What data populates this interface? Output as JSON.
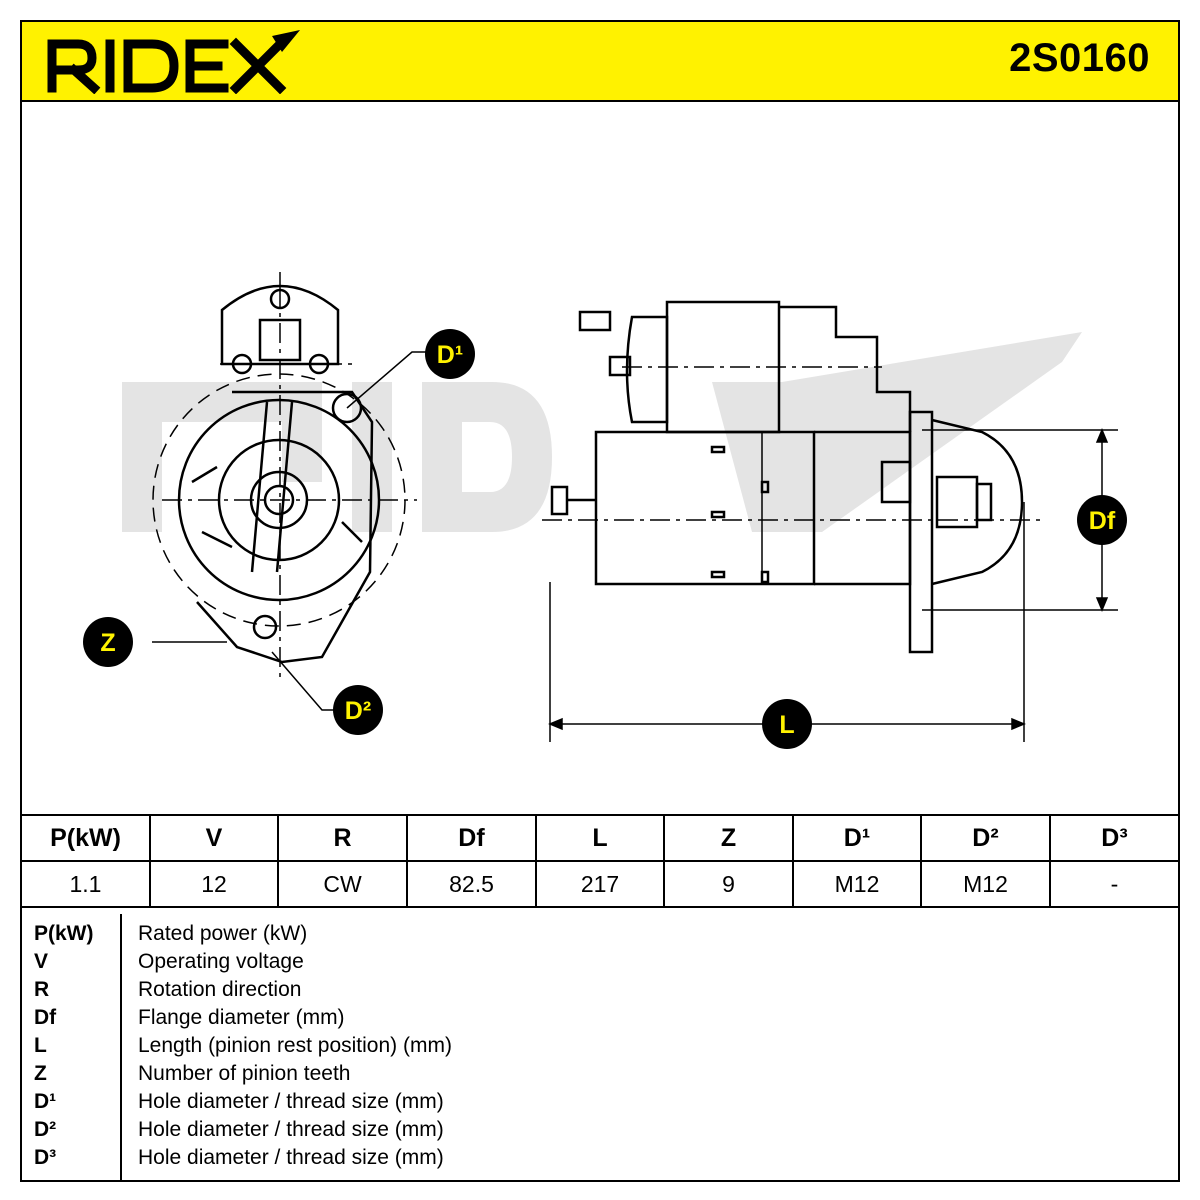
{
  "brand": {
    "name": "RIDEX",
    "accent": "#FFF200",
    "ink": "#000000"
  },
  "part_number": "2S0160",
  "callouts": {
    "d1": "D¹",
    "d2": "D²",
    "z": "Z",
    "df": "Df",
    "l": "L"
  },
  "specs": {
    "headers": [
      "P(kW)",
      "V",
      "R",
      "Df",
      "L",
      "Z",
      "D¹",
      "D²",
      "D³"
    ],
    "values": [
      "1.1",
      "12",
      "CW",
      "82.5",
      "217",
      "9",
      "M12",
      "M12",
      "-"
    ]
  },
  "legend": [
    {
      "key": "P(kW)",
      "desc": "Rated power (kW)"
    },
    {
      "key": "V",
      "desc": "Operating voltage"
    },
    {
      "key": "R",
      "desc": "Rotation direction"
    },
    {
      "key": "Df",
      "desc": "Flange diameter (mm)"
    },
    {
      "key": "L",
      "desc": "Length (pinion rest position) (mm)"
    },
    {
      "key": "Z",
      "desc": "Number of pinion teeth"
    },
    {
      "key": "D¹",
      "desc": "Hole diameter / thread size (mm)"
    },
    {
      "key": "D²",
      "desc": "Hole diameter / thread size (mm)"
    },
    {
      "key": "D³",
      "desc": "Hole diameter / thread size (mm)"
    }
  ]
}
